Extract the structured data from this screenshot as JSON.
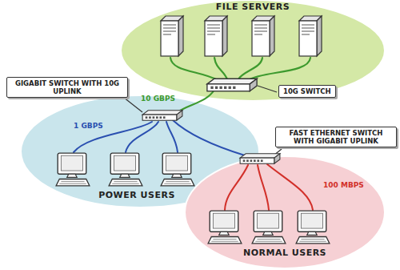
{
  "diagram": {
    "nodes": [
      {
        "text": [
          "FILE SERVERS"
        ]
      },
      {
        "text": [
          "GIGABIT SWITCH WITH 10G UPLINK"
        ]
      },
      {
        "text": [
          "10G SWITCH"
        ]
      },
      {
        "text": [
          "POWER USERS"
        ]
      },
      {
        "text": [
          "FAST ETHERNET SWITCH WITH GIGABIT UPLINK"
        ]
      },
      {
        "text": [
          "NORMAL USERS"
        ]
      }
    ],
    "labels": [
      "10 GBPS",
      "1 GBPS",
      "100 MBPS"
    ]
  }
}
